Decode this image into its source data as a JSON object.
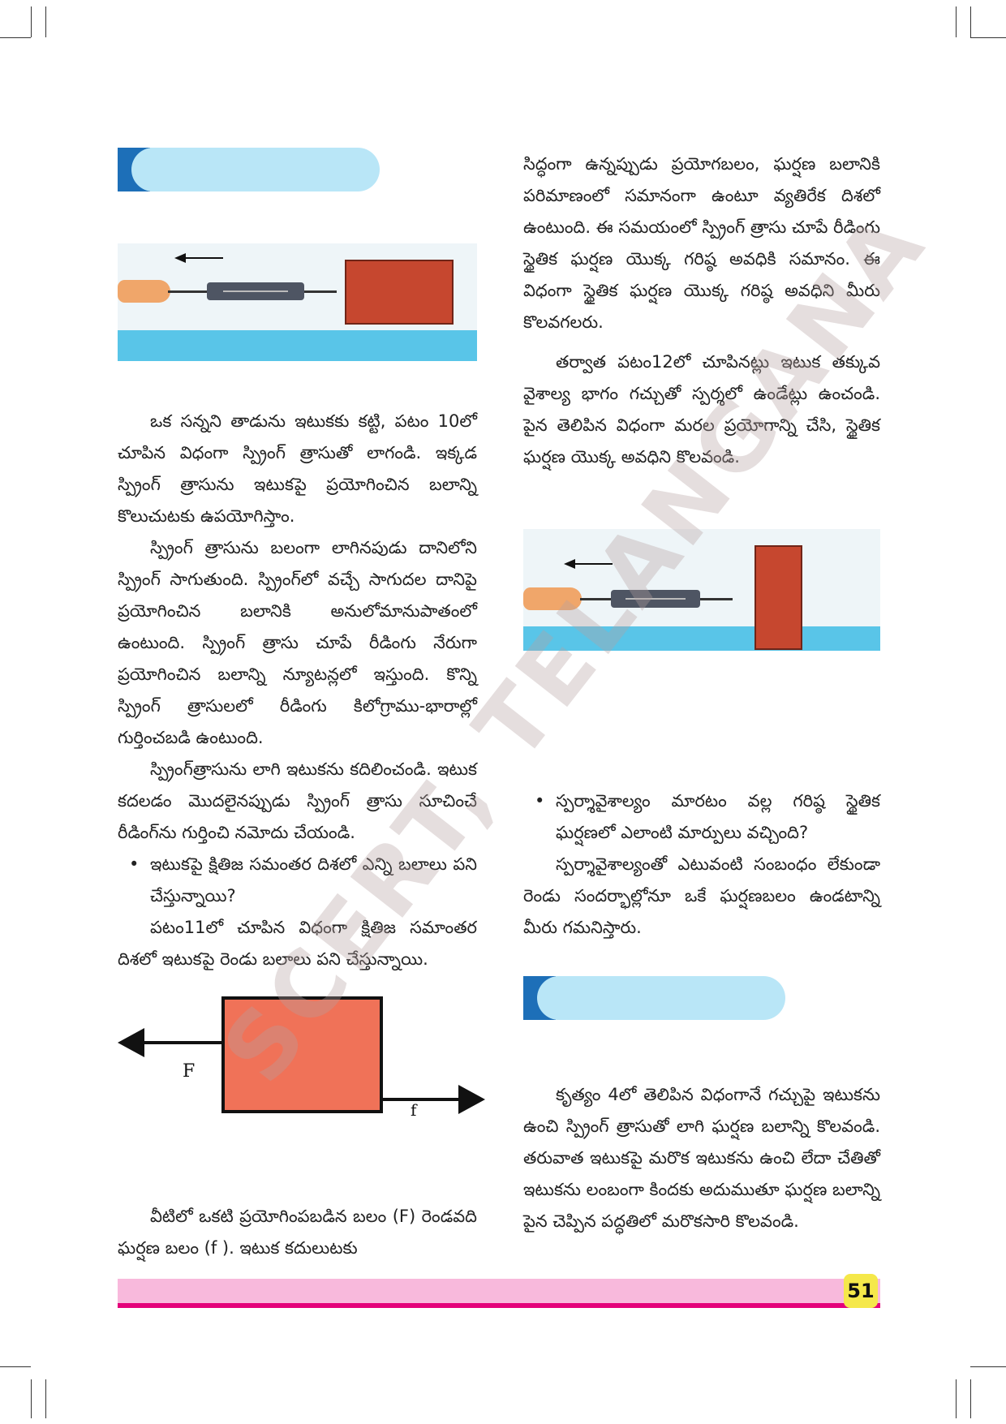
{
  "left_column": {
    "para1": "ఒక సన్నని తాడును ఇటుకకు కట్టి, పటం 10లో చూపిన విధంగా స్ప్రింగ్ త్రాసుతో లాగండి. ఇక్కడ స్ప్రింగ్ త్రాసును ఇటుకపై ప్రయోగించిన బలాన్ని కొలుచుటకు ఉపయోగిస్తాం.",
    "para2": "స్ప్రింగ్ త్రాసును బలంగా లాగినపుడు దానిలోని స్ప్రింగ్ సాగుతుంది. స్ప్రింగ్‌లో వచ్చే సాగుదల దానిపై ప్రయోగించిన బలానికి అనులోమానుపాతంలో ఉంటుంది. స్ప్రింగ్ త్రాసు చూపే రీడింగు నేరుగా ప్రయోగించిన బలాన్ని న్యూటన్లలో ఇస్తుంది. కొన్ని స్ప్రింగ్ త్రాసులలో రీడింగు కిలోగ్రాము-భారాల్లో గుర్తించబడి ఉంటుంది.",
    "para3": "స్ప్రింగ్‌త్రాసును లాగి ఇటుకను కదిలించండి. ఇటుక కదలడం మొదలైనప్పుడు స్ప్రింగ్ త్రాసు సూచించే రీడింగ్‌ను గుర్తించి నమోదు చేయండి.",
    "bullet1": "ఇటుకపై క్షితిజ సమంతర దిశలో ఎన్ని బలాలు పని చేస్తున్నాయి?",
    "para4": "పటం11లో చూపిన విధంగా క్షితిజ సమాంతర దిశలో ఇటుకపై రెండు బలాలు పని చేస్తున్నాయి.",
    "para5": "వీటిలో ఒకటి ప్రయోగింపబడిన బలం (F) రెండవది ఘర్షణ బలం (f ). ఇటుక కదులుటకు"
  },
  "right_column": {
    "para1": "సిద్ధంగా ఉన్నప్పుడు ప్రయోగబలం, ఘర్షణ బలానికి పరిమాణంలో సమానంగా ఉంటూ వ్యతిరేక దిశలో ఉంటుంది. ఈ సమయంలో స్ప్రింగ్ త్రాసు చూపే రీడింగు స్థైతిక ఘర్షణ యొక్క గరిష్ఠ అవధికి సమానం. ఈ విధంగా స్థైతిక ఘర్షణ యొక్క గరిష్ఠ అవధిని మీరు కొలవగలరు.",
    "para2": "తర్వాత పటం12లో చూపినట్లు ఇటుక తక్కువ వైశాల్య భాగం గచ్చుతో స్పర్శలో ఉండేట్లు ఉంచండి. పైన తెలిపిన విధంగా మరల ప్రయోగాన్ని చేసి, స్థైతిక ఘర్షణ యొక్క అవధిని కొలవండి.",
    "bullet1": "స్పర్శావైశాల్యం మారటం వల్ల గరిష్ఠ స్థైతిక ఘర్షణలో ఎలాంటి మార్పులు వచ్చింది?",
    "para3": "స్పర్శావైశాల్యంతో ఎటువంటి సంబంధం లేకుండా రెండు సందర్భాల్లోనూ ఒకే ఘర్షణబలం ఉండటాన్ని మీరు గమనిస్తారు.",
    "para4": "కృత్యం 4లో తెలిపిన విధంగానే గచ్చుపై ఇటుకను ఉంచి స్ప్రింగ్ త్రాసుతో లాగి ఘర్షణ బలాన్ని కొలవండి. తరువాత ఇటుకపై మరొక ఇటుకను ఉంచి లేదా చేతితో ఇటుకను లంబంగా కిందకు అదుముతూ ఘర్షణ బలాన్ని పైన చెప్పిన పద్ధతిలో మరొకసారి కొలవండి."
  },
  "diagram": {
    "force_applied_label": "F",
    "force_friction_label": "f"
  },
  "footer": {
    "page_number": "51"
  },
  "watermark": "SCERT, TELANGANA"
}
